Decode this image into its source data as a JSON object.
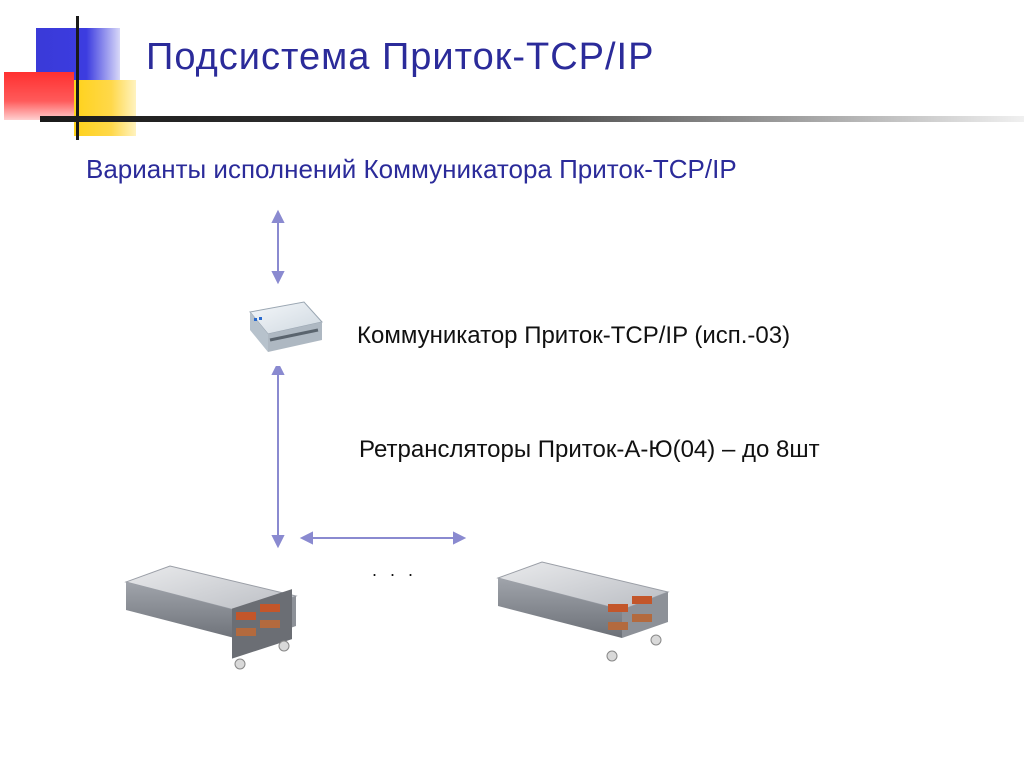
{
  "slide": {
    "title": "Подсистема Приток-TCP/IP",
    "subtitle": "Варианты исполнений Коммуникатора Приток-TCP/IP",
    "communicator_label": "Коммуникатор Приток-TCP/IP (исп.-03)",
    "repeaters_label": "Ретрансляторы Приток-А-Ю(04) – до 8шт",
    "ellipsis": ". . ."
  },
  "colors": {
    "title": "#2b2b9a",
    "arrow": "#8a8ad0",
    "accent_blue": "#3a3ad8",
    "accent_red": "#ff3030",
    "accent_yellow": "#ffd21a"
  },
  "icons": [
    "communicator-device-image",
    "repeater-device-image",
    "repeater-device-image"
  ]
}
